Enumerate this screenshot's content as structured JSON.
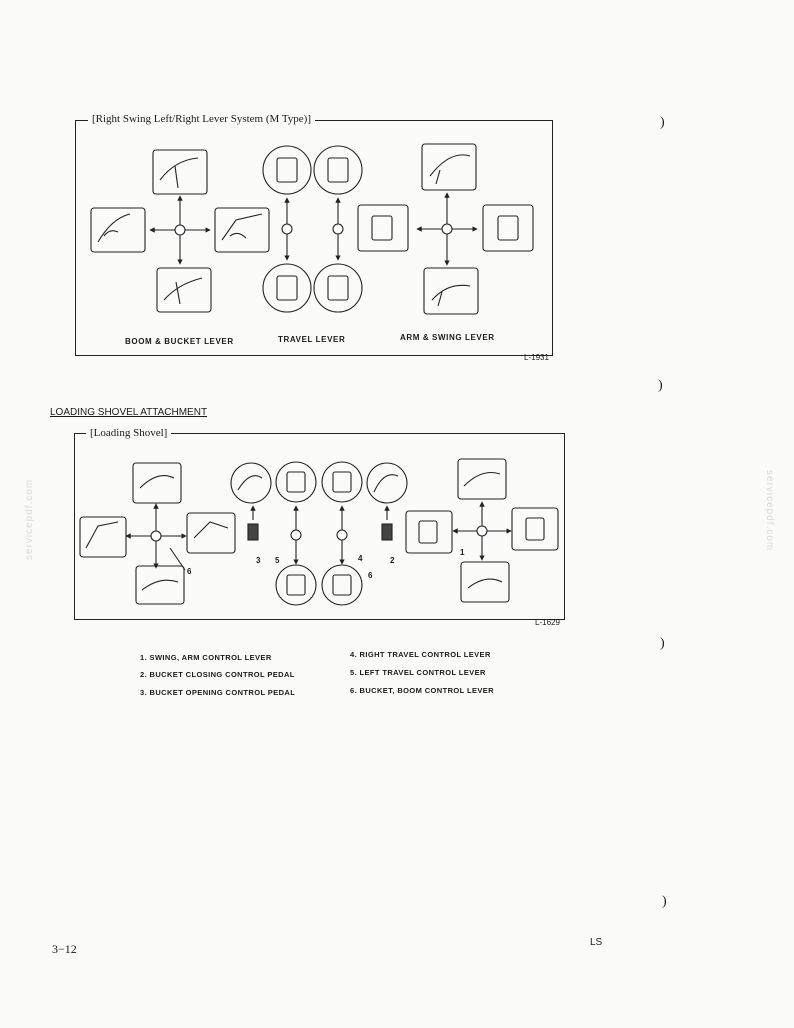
{
  "diagram1": {
    "title": "[Right Swing Left/Right Lever System (M Type)]",
    "captions": [
      "BOOM & BUCKET LEVER",
      "TRAVEL LEVER",
      "ARM & SWING LEVER"
    ],
    "code": "L-1931"
  },
  "section2": {
    "heading": "LOADING SHOVEL ATTACHMENT"
  },
  "diagram2": {
    "title": "[Loading Shovel]",
    "code": "L-1629",
    "callouts": [
      "1",
      "2",
      "3",
      "4",
      "5",
      "6",
      "6"
    ]
  },
  "legend": {
    "items": [
      "1. SWING, ARM CONTROL LEVER",
      "2. BUCKET CLOSING CONTROL PEDAL",
      "3. BUCKET OPENING CONTROL PEDAL",
      "4. RIGHT TRAVEL CONTROL LEVER",
      "5. LEFT TRAVEL CONTROL LEVER",
      "6. BUCKET, BOOM CONTROL LEVER"
    ]
  },
  "footer": {
    "page": "3−12",
    "code": "LS"
  },
  "watermark": "servicepdf.com",
  "marks": [
    ")",
    ")",
    ")",
    ")"
  ]
}
